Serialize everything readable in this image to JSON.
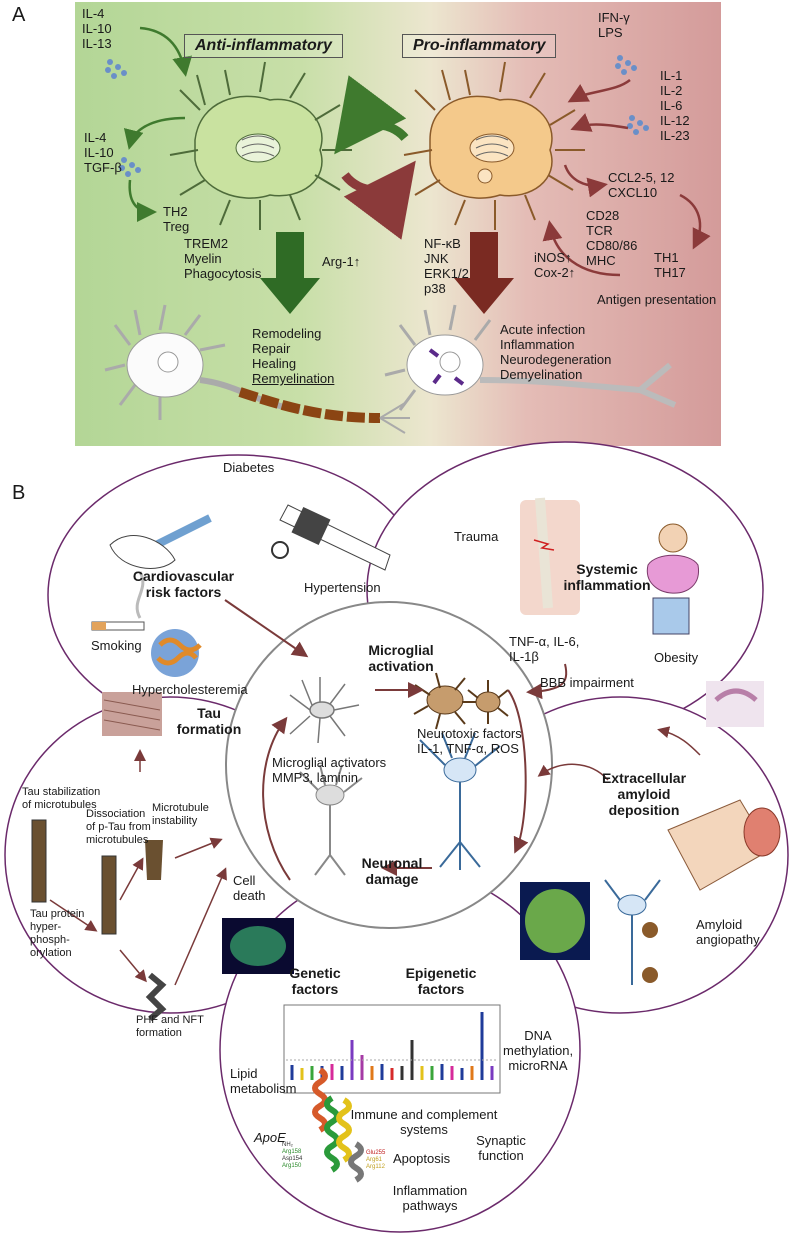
{
  "panel_a": {
    "letter": "A",
    "anti_title": "Anti-inflammatory",
    "pro_title": "Pro-inflammatory",
    "anti_inputs": [
      "IL-4",
      "IL-10",
      "IL-13"
    ],
    "anti_outputs": [
      "IL-4",
      "IL-10",
      "TGF-β"
    ],
    "th_anti": [
      "TH2",
      "Treg"
    ],
    "anti_markers": [
      "TREM2",
      "Myelin",
      "Phagocytosis"
    ],
    "arg": "Arg-1↑",
    "anti_effects": [
      "Remodeling",
      "Repair",
      "Healing",
      "Remyelination"
    ],
    "pro_inputs": [
      "IFN-γ",
      "LPS"
    ],
    "pro_cytokines": [
      "IL-1",
      "IL-2",
      "IL-6",
      "IL-12",
      "IL-23"
    ],
    "chemokines": [
      "CCL2-5, 12",
      "CXCL10"
    ],
    "costim": [
      "CD28",
      "TCR",
      "CD80/86",
      "MHC"
    ],
    "th_pro": [
      "TH1",
      "TH17"
    ],
    "antigen": "Antigen presentation",
    "signaling": [
      "NF-κB",
      "JNK",
      "ERK1/2",
      "p38"
    ],
    "enzymes": [
      "iNOS↑",
      "Cox-2↑"
    ],
    "pro_effects": [
      "Acute infection",
      "Inflammation",
      "Neurodegeneration",
      "Demyelination"
    ]
  },
  "panel_b": {
    "letter": "B",
    "cardio": {
      "diabetes": "Diabetes",
      "title": [
        "Cardiovascular",
        "risk factors"
      ],
      "hypertension": "Hypertension",
      "smoking": "Smoking",
      "hypercholesteremia": "Hypercholesteremia"
    },
    "systemic": {
      "trauma": "Trauma",
      "title": [
        "Systemic",
        "inflammation"
      ],
      "obesity": "Obesity",
      "cytokines": [
        "TNF-α, IL-6,",
        "IL-1β"
      ],
      "bbb": "BBB impairment"
    },
    "center": {
      "title": [
        "Microglial",
        "activation"
      ],
      "neurotoxic": [
        "Neurotoxic factors",
        "IL-1, TNF-α, ROS"
      ],
      "activators": [
        "Microglial activators",
        "MMP3, laminin"
      ],
      "neuronal": [
        "Neuronal",
        "damage"
      ]
    },
    "tau": {
      "title": [
        "Tau",
        "formation"
      ],
      "stabilization": [
        "Tau stabilization",
        "of microtubules"
      ],
      "dissociation": [
        "Dissociation",
        "of p-Tau from",
        "microtubules"
      ],
      "instability": [
        "Microtubule",
        "instability"
      ],
      "hyper": [
        "Tau protein",
        "hyper-",
        "phosph-",
        "orylation"
      ],
      "cell_death": [
        "Cell",
        "death"
      ],
      "phf": [
        "PHF and NFT",
        "formation"
      ]
    },
    "amyloid": {
      "title": [
        "Extracellular",
        "amyloid",
        "deposition"
      ],
      "angiopathy": [
        "Amyloid",
        "angiopathy"
      ]
    },
    "genetic": {
      "genetic_title": [
        "Genetic",
        "factors"
      ],
      "epigenetic_title": [
        "Epigenetic",
        "factors"
      ],
      "dna": [
        "DNA",
        "methylation,",
        "microRNA"
      ],
      "lipid": [
        "Lipid",
        "metabolism"
      ],
      "immune": [
        "Immune and complement",
        "systems"
      ],
      "synaptic": [
        "Synaptic",
        "function"
      ],
      "apoptosis": "Apoptosis",
      "inflammation": [
        "Inflammation",
        "pathways"
      ],
      "apoe": "ApoE",
      "apoe_labels": [
        "NH₂",
        "Arg158",
        "Asp154",
        "Arg150",
        "Glu255",
        "Arg61",
        "Arg112"
      ]
    }
  },
  "colors": {
    "panel_a_green": "#b6d79a",
    "panel_a_red": "#d9a3a1",
    "circle_border": "#6b2a6b",
    "arrow_dark_red": "#7a3a3a",
    "arrow_green": "#3f7a2e"
  }
}
